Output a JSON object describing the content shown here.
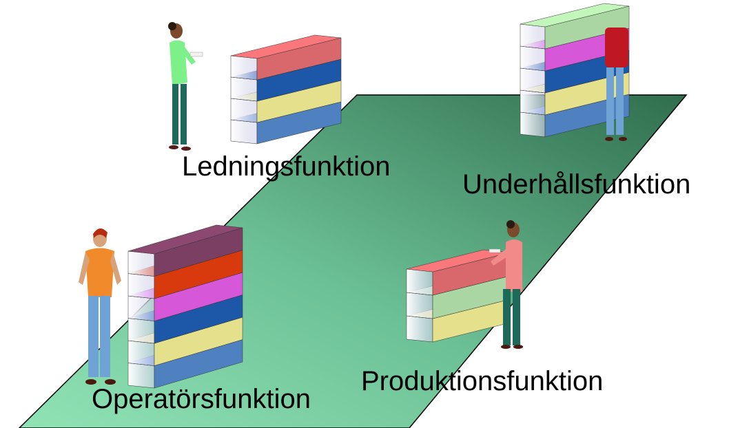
{
  "labels": {
    "ledning": "Ledningsfunktion",
    "underhall": "Underhållsfunktion",
    "operator": "Operatörsfunktion",
    "produktion": "Produktionsfunktion"
  },
  "colors": {
    "floor_light": "#8fe3b5",
    "floor_dark": "#2f6e4e",
    "box_red": "#d9686c",
    "box_blue": "#1c57a8",
    "box_yellow": "#e4e08c",
    "box_steel": "#4f80bf",
    "box_magenta": "#d658d9",
    "box_green": "#a9d6a2",
    "box_orange_red": "#d83a0e",
    "box_plum": "#7a3f62"
  },
  "icons": {
    "figure_manager": "woman-with-paper-icon",
    "figure_maintenance": "man-red-shirt-icon",
    "figure_operator": "man-orange-shirt-icon",
    "figure_production": "woman-pink-jacket-icon"
  }
}
